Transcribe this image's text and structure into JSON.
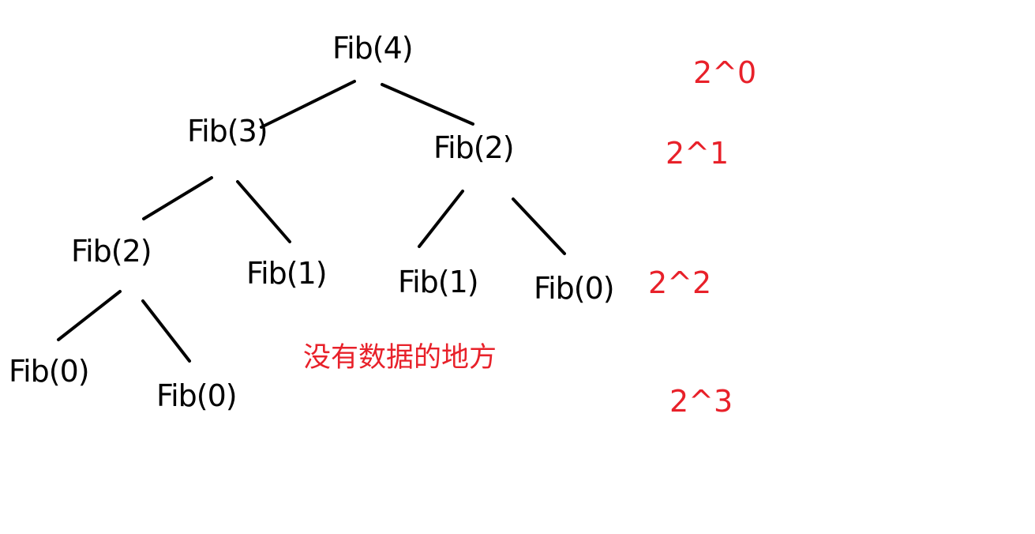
{
  "colors": {
    "node_text": "#000000",
    "edge": "#000000",
    "annotation": "#e8212a"
  },
  "tree": {
    "nodes": [
      {
        "id": "n0",
        "label": "Fib(4)"
      },
      {
        "id": "n1",
        "label": "Fib(3)"
      },
      {
        "id": "n2",
        "label": "Fib(2)"
      },
      {
        "id": "n3",
        "label": "Fib(2)"
      },
      {
        "id": "n4",
        "label": "Fib(1)"
      },
      {
        "id": "n5",
        "label": "Fib(1)"
      },
      {
        "id": "n6",
        "label": "Fib(0)"
      },
      {
        "id": "n7",
        "label": "Fib(0)"
      },
      {
        "id": "n8",
        "label": "Fib(0)"
      }
    ],
    "edges": [
      {
        "from": "n0",
        "to": "n1"
      },
      {
        "from": "n0",
        "to": "n2"
      },
      {
        "from": "n1",
        "to": "n3"
      },
      {
        "from": "n1",
        "to": "n4"
      },
      {
        "from": "n2",
        "to": "n5"
      },
      {
        "from": "n2",
        "to": "n6"
      },
      {
        "from": "n3",
        "to": "n7"
      },
      {
        "from": "n3",
        "to": "n8"
      }
    ]
  },
  "level_labels": [
    "2^0",
    "2^1",
    "2^2",
    "2^3"
  ],
  "note": "没有数据的地方"
}
